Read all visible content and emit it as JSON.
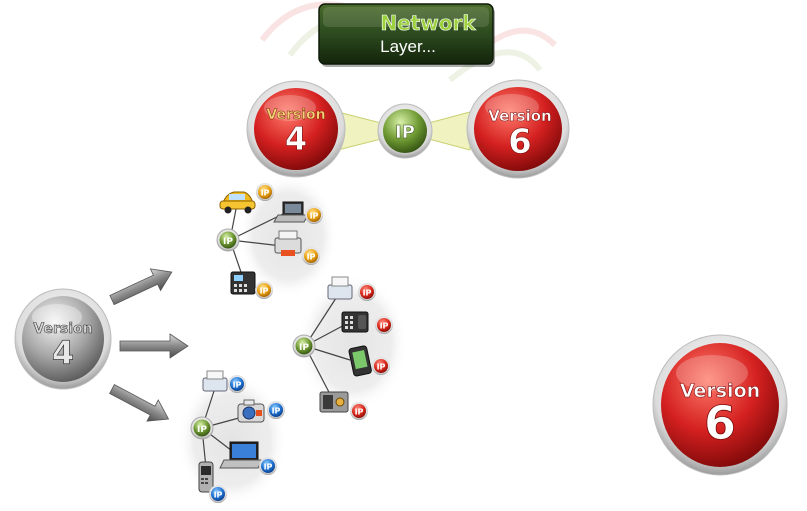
{
  "banner": {
    "title": "Network",
    "subtitle": "Layer..."
  },
  "top_pair": {
    "left": {
      "word": "Version",
      "number": "4"
    },
    "hub": "IP",
    "right": {
      "word": "Version",
      "number": "6"
    }
  },
  "left_badge": {
    "word": "Version",
    "number": "4"
  },
  "right_badge": {
    "word": "Version",
    "number": "6"
  },
  "ip_tag": "IP",
  "clusters": {
    "gold": {
      "hub": "IP",
      "devices": [
        {
          "name": "car-icon",
          "tag": "IP"
        },
        {
          "name": "laptop-icon",
          "tag": "IP"
        },
        {
          "name": "printer-icon",
          "tag": "IP"
        },
        {
          "name": "phone-icon",
          "tag": "IP"
        }
      ]
    },
    "red": {
      "hub": "IP",
      "devices": [
        {
          "name": "printer-icon",
          "tag": "IP"
        },
        {
          "name": "phone-icon",
          "tag": "IP"
        },
        {
          "name": "mobile-icon",
          "tag": "IP"
        },
        {
          "name": "safe-icon",
          "tag": "IP"
        }
      ]
    },
    "blue": {
      "hub": "IP",
      "devices": [
        {
          "name": "printer-icon",
          "tag": "IP"
        },
        {
          "name": "camera-icon",
          "tag": "IP"
        },
        {
          "name": "laptop-icon",
          "tag": "IP"
        },
        {
          "name": "mobile-icon",
          "tag": "IP"
        }
      ]
    }
  },
  "colors": {
    "banner_bg": "#2c4a1f",
    "banner_title": "#9bd13a",
    "red": "#d42020",
    "silver": "#a5a5a5",
    "green": "#6f9a33",
    "gold_tag": "#e8a010",
    "red_tag": "#d8281c",
    "blue_tag": "#1e6fd0"
  }
}
